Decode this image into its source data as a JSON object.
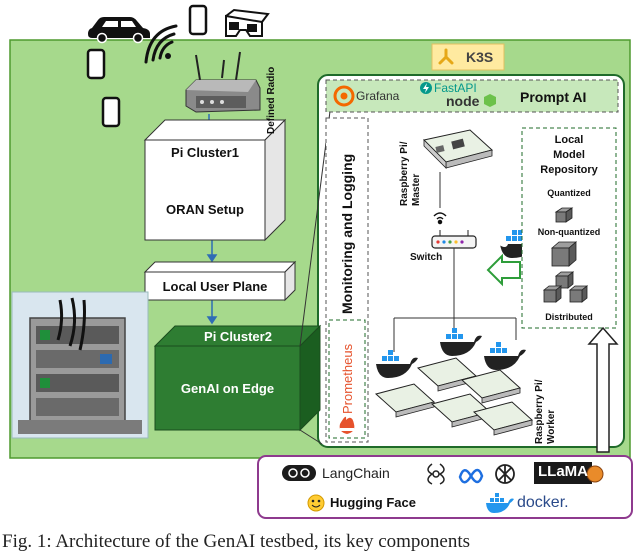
{
  "labels": {
    "k3s": "K3S",
    "grafana": "Grafana",
    "fastapi": "FastAPI",
    "node": "node",
    "prompt_ai": "Prompt AI",
    "defined_radio": "Defined Radio",
    "pi_cluster1": "Pi Cluster1",
    "oran_setup": "ORAN Setup",
    "local_user_plane": "Local User Plane",
    "pi_cluster2": "Pi Cluster2",
    "genai_on_edge": "GenAI on Edge",
    "monitoring_logging": "Monitoring and Logging",
    "prometheus": "Prometheus",
    "rpi_master": "Raspberry Pi/ Master",
    "switch": "Switch",
    "rpi_worker": "Raspberry Pi/ Worker",
    "repo_title_1": "Local",
    "repo_title_2": "Model",
    "repo_title_3": "Repository",
    "quantized": "Quantized",
    "non_quantized": "Non-quantized",
    "distributed": "Distributed",
    "langchain": "LangChain",
    "llama": "LLaMA",
    "hugging_face": "Hugging Face",
    "docker": "docker.",
    "caption": "Fig. 1: Architecture of the GenAI testbed, its key components"
  },
  "colors": {
    "background_green": "#a6d98c",
    "frame_green": "#4f9a2e",
    "dark_green": "#1f6b2a",
    "cluster_green": "#2e7d32",
    "purple": "#8e3a8e",
    "arrow_blue": "#2f6db5",
    "docker_blue": "#2396ed"
  }
}
